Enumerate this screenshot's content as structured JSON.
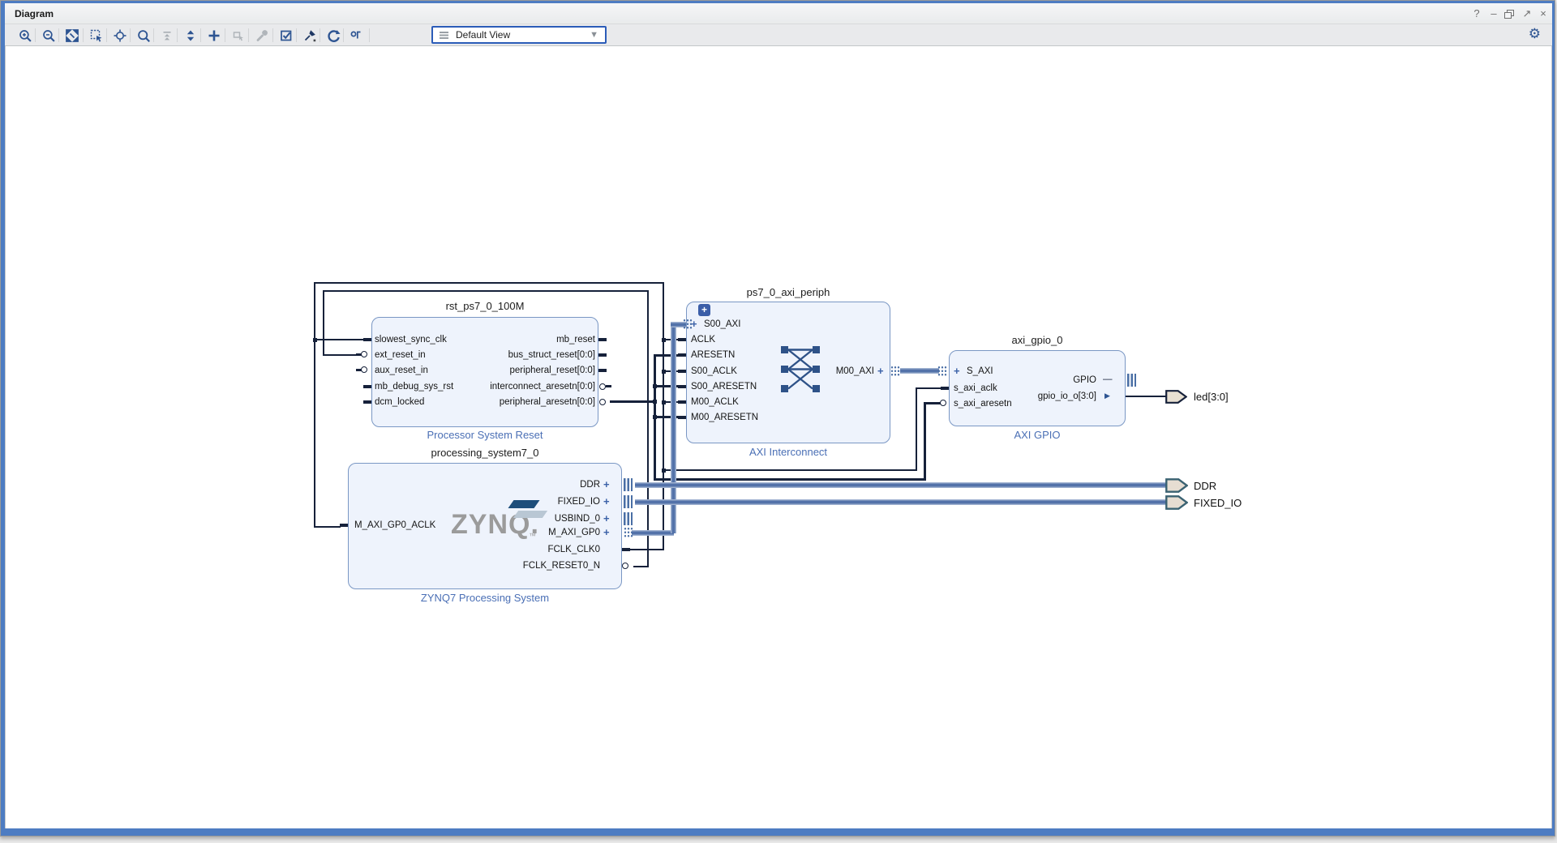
{
  "window": {
    "title": "Diagram",
    "controls": {
      "help": "?",
      "minimize": "–",
      "restore": "restore",
      "float": "↗",
      "close": "×"
    }
  },
  "toolbar": {
    "buttons": [
      "zoom-in",
      "zoom-out",
      "zoom-fit",
      "zoom-to-selection",
      "center-view",
      "search",
      "collapse-hierarchy",
      "expand-hierarchy",
      "add-ip",
      "make-connection",
      "customize-block",
      "validate-design",
      "pin",
      "regenerate-layout",
      "interface-view"
    ],
    "view_selector": "Default View",
    "settings_glyph": "⚙"
  },
  "icons": {
    "plus": "+",
    "collapse_dash": "—",
    "out_arrow": "▶"
  },
  "blocks": {
    "rst": {
      "title": "rst_ps7_0_100M",
      "type_label": "Processor System Reset",
      "left_ports": [
        {
          "label": "slowest_sync_clk"
        },
        {
          "label": "ext_reset_in"
        },
        {
          "label": "aux_reset_in"
        },
        {
          "label": "mb_debug_sys_rst"
        },
        {
          "label": "dcm_locked"
        }
      ],
      "right_ports": [
        {
          "label": "mb_reset"
        },
        {
          "label": "bus_struct_reset[0:0]"
        },
        {
          "label": "peripheral_reset[0:0]"
        },
        {
          "label": "interconnect_aresetn[0:0]"
        },
        {
          "label": "peripheral_aresetn[0:0]"
        }
      ]
    },
    "axi_interconnect": {
      "title": "ps7_0_axi_periph",
      "type_label": "AXI Interconnect",
      "expand_button": "+",
      "left_ports": [
        {
          "label": "S00_AXI"
        },
        {
          "label": "ACLK"
        },
        {
          "label": "ARESETN"
        },
        {
          "label": "S00_ACLK"
        },
        {
          "label": "S00_ARESETN"
        },
        {
          "label": "M00_ACLK"
        },
        {
          "label": "M00_ARESETN"
        }
      ],
      "right_ports": [
        {
          "label": "M00_AXI"
        }
      ]
    },
    "axi_gpio": {
      "title": "axi_gpio_0",
      "type_label": "AXI GPIO",
      "left_ports": [
        {
          "label": "S_AXI"
        },
        {
          "label": "s_axi_aclk"
        },
        {
          "label": "s_axi_aresetn"
        }
      ],
      "right_ports": [
        {
          "label": "GPIO"
        },
        {
          "label": "gpio_io_o[3:0]"
        }
      ]
    },
    "ps7": {
      "title": "processing_system7_0",
      "type_label": "ZYNQ7 Processing System",
      "logo": "ZYNQ.",
      "logo_tm": "™",
      "left_ports": [
        {
          "label": "M_AXI_GP0_ACLK"
        }
      ],
      "right_ports": [
        {
          "label": "DDR"
        },
        {
          "label": "FIXED_IO"
        },
        {
          "label": "USBIND_0"
        },
        {
          "label": "M_AXI_GP0"
        },
        {
          "label": "FCLK_CLK0"
        },
        {
          "label": "FCLK_RESET0_N"
        }
      ]
    }
  },
  "external_ports": [
    {
      "label": "led[3:0]"
    },
    {
      "label": "DDR"
    },
    {
      "label": "FIXED_IO"
    }
  ],
  "colors": {
    "frame": "#4d7cc2",
    "bus": "#5372a9",
    "wire": "#16213a",
    "block_fill": "#eef3fc",
    "block_border": "#7a97c4",
    "type_label": "#4a6fb5"
  }
}
